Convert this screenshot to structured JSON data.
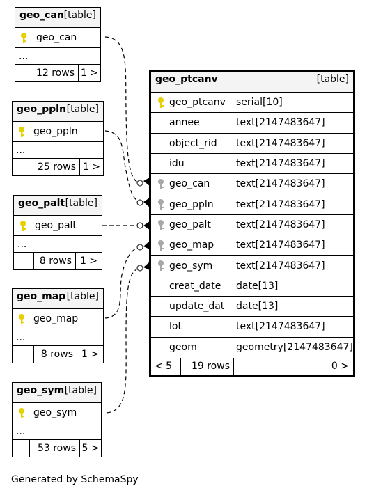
{
  "tables": {
    "geo_can": {
      "name": "geo_can",
      "type": "[table]",
      "pk": "geo_can",
      "ellipsis": "...",
      "rows": "12 rows",
      "pager": "1 >"
    },
    "geo_ppln": {
      "name": "geo_ppln",
      "type": "[table]",
      "pk": "geo_ppln",
      "ellipsis": "...",
      "rows": "25 rows",
      "pager": "1 >"
    },
    "geo_palt": {
      "name": "geo_palt",
      "type": "[table]",
      "pk": "geo_palt",
      "ellipsis": "...",
      "rows": "8 rows",
      "pager": "1 >"
    },
    "geo_map": {
      "name": "geo_map",
      "type": "[table]",
      "pk": "geo_map",
      "ellipsis": "...",
      "rows": "8 rows",
      "pager": "1 >"
    },
    "geo_sym": {
      "name": "geo_sym",
      "type": "[table]",
      "pk": "geo_sym",
      "ellipsis": "...",
      "rows": "53 rows",
      "pager": "5 >"
    }
  },
  "main_table": {
    "name": "geo_ptcanv",
    "type": "[table]",
    "columns": [
      {
        "name": "geo_ptcanv",
        "type": "serial[10]",
        "key": "primary"
      },
      {
        "name": "annee",
        "type": "text[2147483647]",
        "key": "none"
      },
      {
        "name": "object_rid",
        "type": "text[2147483647]",
        "key": "none"
      },
      {
        "name": "idu",
        "type": "text[2147483647]",
        "key": "none"
      },
      {
        "name": "geo_can",
        "type": "text[2147483647]",
        "key": "foreign"
      },
      {
        "name": "geo_ppln",
        "type": "text[2147483647]",
        "key": "foreign"
      },
      {
        "name": "geo_palt",
        "type": "text[2147483647]",
        "key": "foreign"
      },
      {
        "name": "geo_map",
        "type": "text[2147483647]",
        "key": "foreign"
      },
      {
        "name": "geo_sym",
        "type": "text[2147483647]",
        "key": "foreign"
      },
      {
        "name": "creat_date",
        "type": "date[13]",
        "key": "none"
      },
      {
        "name": "update_dat",
        "type": "date[13]",
        "key": "none"
      },
      {
        "name": "lot",
        "type": "text[2147483647]",
        "key": "none"
      },
      {
        "name": "geom",
        "type": "geometry[2147483647]",
        "key": "none"
      }
    ],
    "footer": {
      "prev": "< 5",
      "rows": "19 rows",
      "next": "0 >"
    }
  },
  "colors": {
    "primary_key": "#e6d000",
    "foreign_key": "#a8a8a8",
    "header_bg": "#f4f4f4"
  },
  "icons": {
    "primary_key": "key-icon",
    "foreign_key": "key-icon"
  },
  "footer_note": "Generated by SchemaSpy"
}
